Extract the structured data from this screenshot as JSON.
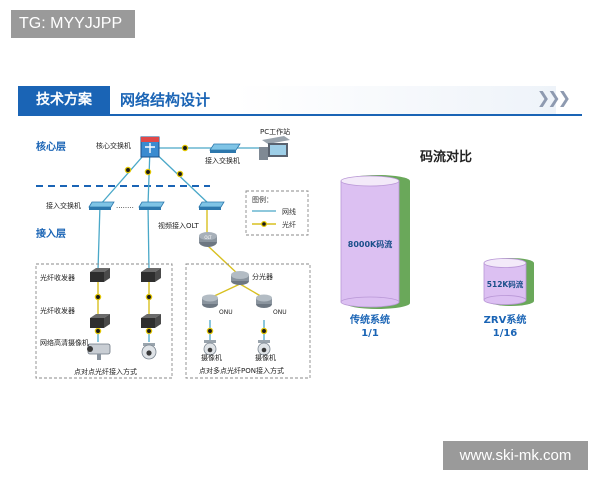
{
  "watermarks": {
    "top": "TG: MYYJJPP",
    "bottom": "www.ski-mk.com"
  },
  "header": {
    "tech_tab": "技术方案",
    "title": "网络结构设计"
  },
  "diagram": {
    "core_layer": "核心层",
    "access_layer": "接入层",
    "core_switch": "核心交换机",
    "pc_station": "PC工作站",
    "access_switch_right": "接入交换机",
    "access_switch_left": "接入交换机",
    "dots": "........",
    "video_olt": "视频接入OLT",
    "legend": {
      "title": "图例：",
      "cable": "网线",
      "fiber": "光纤"
    },
    "fiber_transceiver_1": "光纤收发器",
    "fiber_transceiver_2": "光纤收发器",
    "hd_camera": "网络高清摄像机",
    "p2p_caption": "点对点光纤接入方式",
    "splitter": "分光器",
    "onu_1": "ONU",
    "onu_2": "ONU",
    "camera_1": "摄像机",
    "camera_2": "摄像机",
    "p2mp_caption": "点对多点光纤PON接入方式",
    "olt_icon_text": "OLT"
  },
  "comparison": {
    "title": "码流对比",
    "traditional": {
      "value": "8000K码流",
      "name": "传统系统",
      "ratio": "1/1"
    },
    "zrv": {
      "value": "512K码流",
      "name": "ZRV系统",
      "ratio": "1/16"
    }
  },
  "colors": {
    "brand_blue": "#1a64b5",
    "cable": "#4aa8c8",
    "fiber": "#d8c020",
    "cylinder_purple": "#d8b9ee",
    "cylinder_green": "#6aa85a"
  }
}
